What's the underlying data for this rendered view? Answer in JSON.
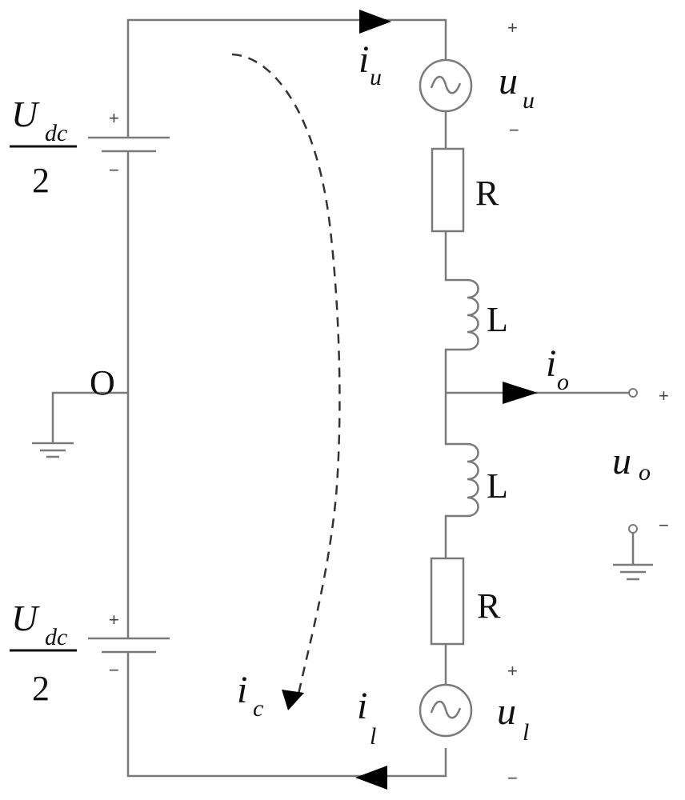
{
  "diagram": {
    "title": "Half-bridge inverter equivalent circuit with circulating current",
    "sources": {
      "upper_dc": {
        "num": "U",
        "sub": "dc",
        "den": "2",
        "plus": "+",
        "minus": "−"
      },
      "lower_dc": {
        "num": "U",
        "sub": "dc",
        "den": "2",
        "plus": "+",
        "minus": "−"
      }
    },
    "midpoint_label": "O",
    "ac_sources": {
      "upper": {
        "sym": "u",
        "sub": "u",
        "plus": "+",
        "minus": "−"
      },
      "lower": {
        "sym": "u",
        "sub": "l",
        "plus": "+",
        "minus": "−"
      }
    },
    "resistors": {
      "upper": "R",
      "lower": "R"
    },
    "inductors": {
      "upper": "L",
      "lower": "L"
    },
    "currents": {
      "upper": {
        "sym": "i",
        "sub": "u"
      },
      "lower": {
        "sym": "i",
        "sub": "l"
      },
      "output": {
        "sym": "i",
        "sub": "o"
      },
      "circulating": {
        "sym": "i",
        "sub": "c"
      }
    },
    "output_voltage": {
      "sym": "u",
      "sub": "o",
      "plus": "+",
      "minus": "−"
    },
    "colors": {
      "wire": "#7a7a7a",
      "arrow": "#000000",
      "dashed_path": "#333333"
    }
  }
}
